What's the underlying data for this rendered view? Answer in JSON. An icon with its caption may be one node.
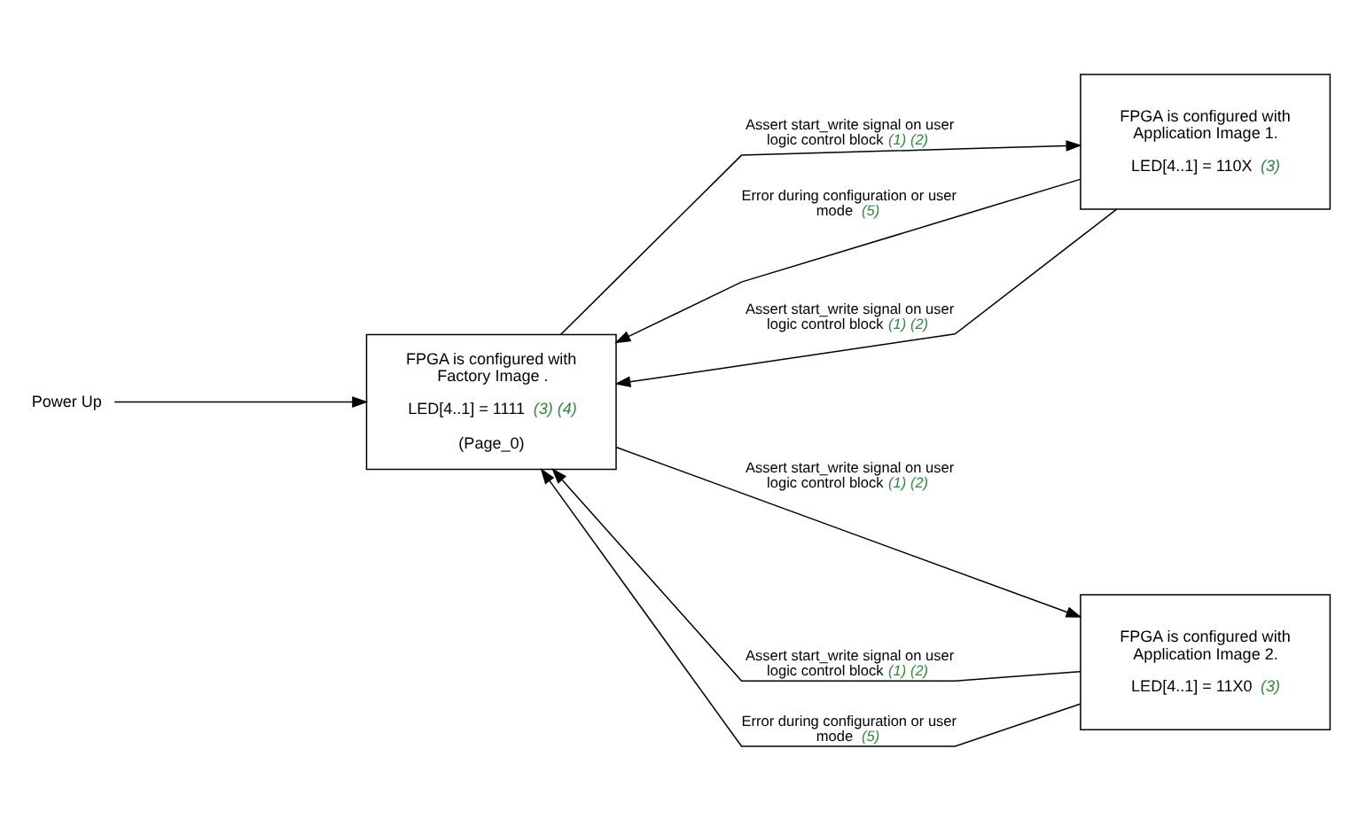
{
  "diagram": {
    "nodes": [
      {
        "text": [
          "FPGA is configured with Factory Image .",
          "LED[4..1] = 1111 *(3) (4)*",
          "(Page_0)"
        ]
      },
      {
        "text": [
          "FPGA is configured with Application Image 1.",
          "LED[4..1] = 110X *(3)*"
        ]
      },
      {
        "text": [
          "FPGA is configured with Application Image 2.",
          "LED[4..1] = 11X0 *(3)*"
        ]
      },
      {
        "text": [
          "Power Up"
        ]
      }
    ],
    "edges": [
      {
        "from": 3,
        "to": 0,
        "arrow": "to"
      },
      {
        "from": 1,
        "to": 0,
        "arrow": "to",
        "label": "Error during configuration or user mode *(5)*"
      },
      {
        "from": 0,
        "to": 1,
        "arrow": "to",
        "label": "Assert start_write signal on user logic control block *(1) (2)*"
      },
      {
        "from": 1,
        "to": 0,
        "arrow": "to",
        "label": "Assert start_write signal on user logic control block *(1) (2)*"
      },
      {
        "from": 2,
        "to": 0,
        "arrow": "to",
        "label": "Assert start_write signal on user logic control block *(1) (2)*"
      },
      {
        "from": 0,
        "to": 2,
        "arrow": "to",
        "label": "Assert start_write signal on user logic control block *(1) (2)*"
      },
      {
        "from": 2,
        "to": 0,
        "arrow": "to",
        "label": "Error during configuration or user mode *(5)*"
      }
    ]
  }
}
